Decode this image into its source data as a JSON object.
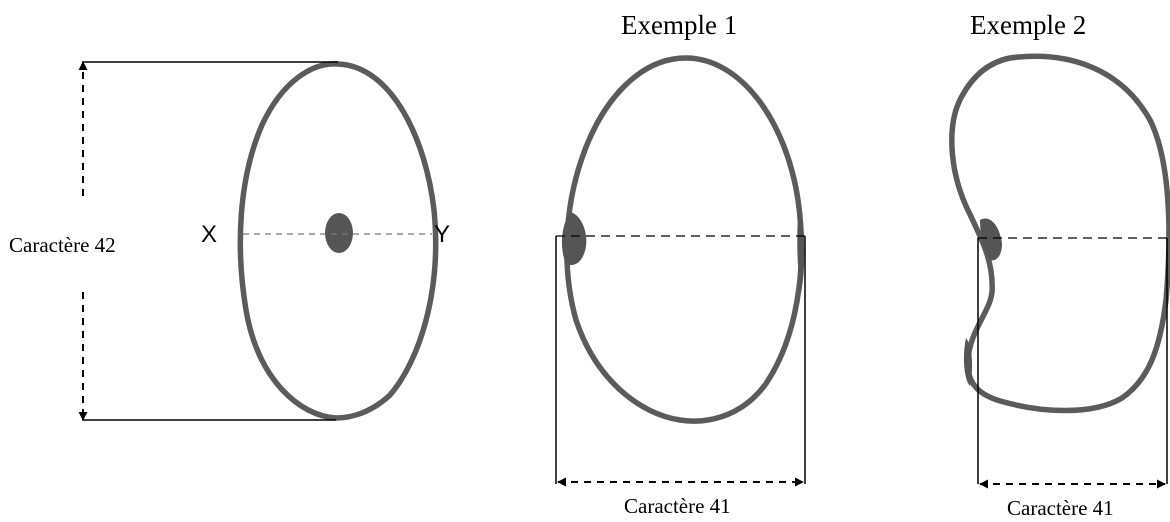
{
  "figure_1": {
    "caption": "Caractère 42",
    "point_left": "X",
    "point_right": "Y"
  },
  "figure_2": {
    "title": "Exemple 1",
    "caption": "Caractère 41"
  },
  "figure_3": {
    "title": "Exemple 2",
    "caption": "Caractère 41"
  },
  "colors": {
    "outline": "#5b5b5b",
    "spot": "#555555",
    "line": "#000000"
  }
}
